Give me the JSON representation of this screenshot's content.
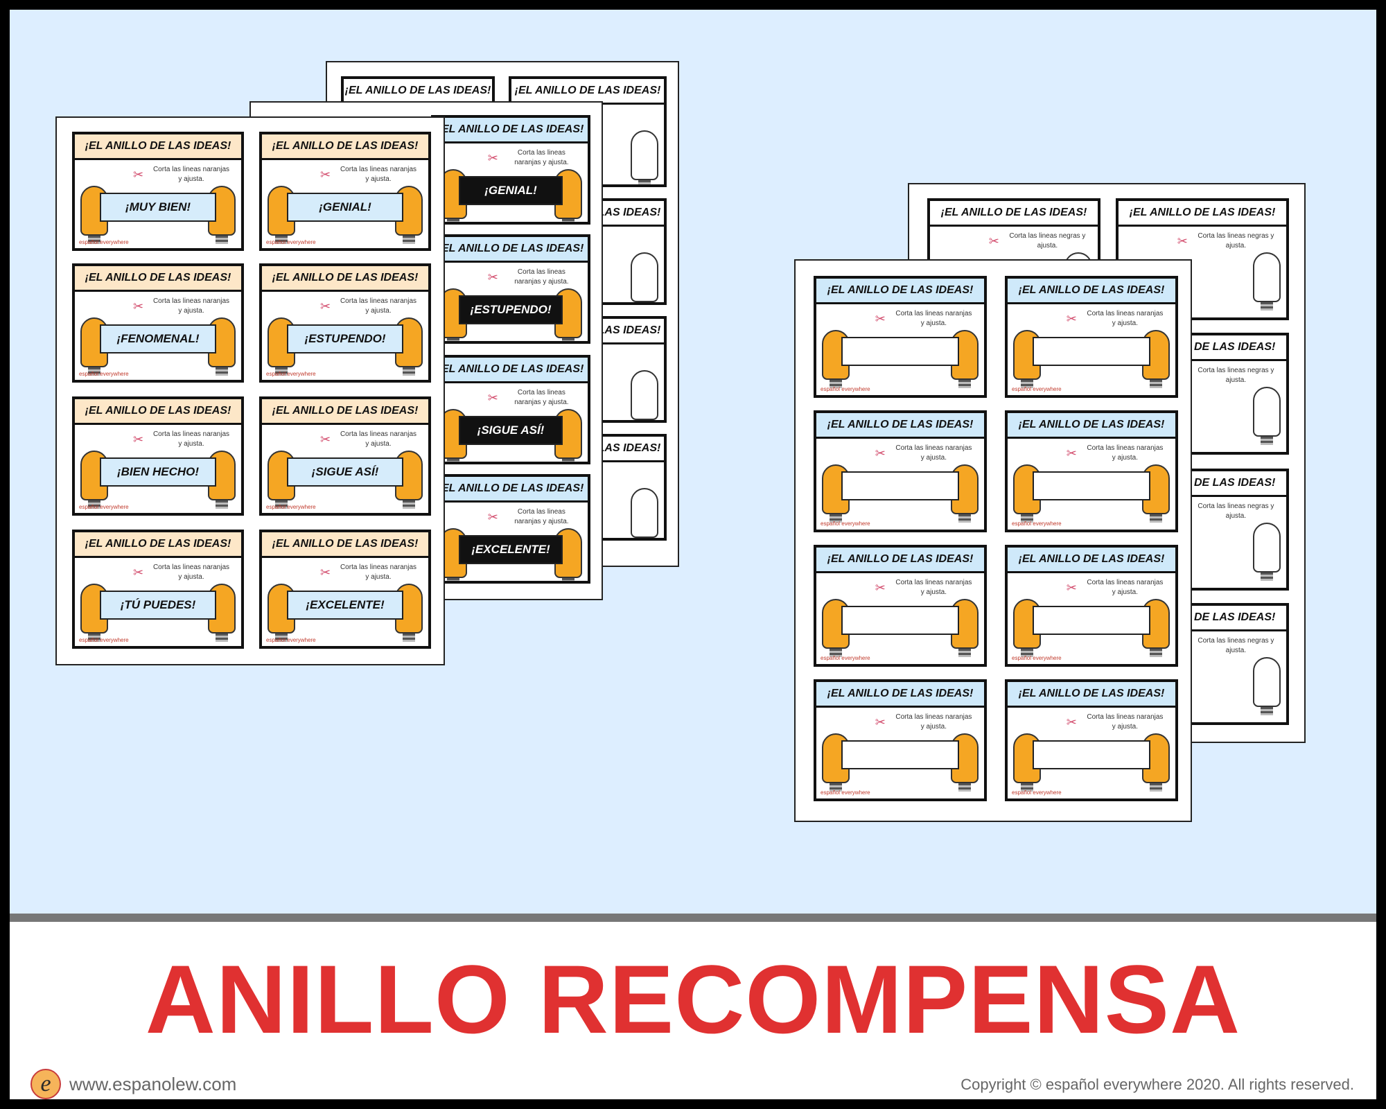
{
  "footer": {
    "title": "ANILLO RECOMPENSA",
    "site": "www.espanolew.com",
    "copyright": "Copyright © español everywhere 2020. All rights reserved.",
    "logo_letter": "e"
  },
  "card": {
    "title": "¡EL ANILLO DE LAS IDEAS!",
    "instructions_orange": "Corta las lineas naranjas y ajusta.",
    "instructions_black": "Corta las lineas negras y ajusta.",
    "brand": "español everywhere"
  },
  "front_sheet_left": {
    "cards": [
      {
        "band": "¡MUY BIEN!"
      },
      {
        "band": "¡GENIAL!"
      },
      {
        "band": "¡FENOMENAL!"
      },
      {
        "band": "¡ESTUPENDO!"
      },
      {
        "band": "¡BIEN HECHO!"
      },
      {
        "band": "¡SIGUE ASÍ!"
      },
      {
        "band": "¡TÚ PUEDES!"
      },
      {
        "band": "¡EXCELENTE!"
      }
    ]
  },
  "middle_sheet_left": {
    "cards": [
      {
        "band": "¡GENIAL!"
      },
      {
        "band": "¡ESTUPENDO!"
      },
      {
        "band": "¡SIGUE ASÍ!"
      },
      {
        "band": "¡EXCELENTE!"
      }
    ]
  },
  "colors": {
    "title_red": "#e03131",
    "preview_bg": "#ddeeff",
    "cream_header": "#fde7c8",
    "blue_header": "#cfe9fa",
    "bulb_orange": "#f5a623"
  }
}
